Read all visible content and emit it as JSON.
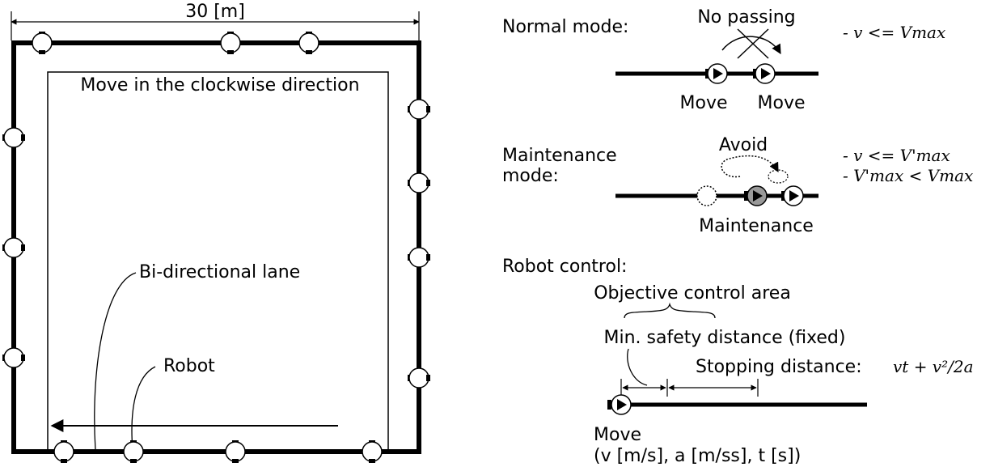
{
  "left": {
    "dimension_label": "30 [m]",
    "direction_label": "Move in the clockwise direction",
    "lane_label": "Bi-directional lane",
    "robot_label": "Robot"
  },
  "normal": {
    "title": "Normal mode:",
    "no_passing": "No passing",
    "move_a": "Move",
    "move_b": "Move",
    "condition": "- v <= Vmax"
  },
  "maintenance": {
    "title_line1": "Maintenance",
    "title_line2": "mode:",
    "avoid": "Avoid",
    "maintenance_label": "Maintenance",
    "condition1": "- v <= V'max",
    "condition2": "- V'max < Vmax"
  },
  "control": {
    "title": "Robot control:",
    "objective_area": "Objective control area",
    "min_safety": "Min. safety distance (fixed)",
    "stopping": "Stopping distance:",
    "stopping_formula": "vt + v²/2a",
    "move": "Move",
    "units": "(v [m/s], a [m/ss], t [s])"
  },
  "icons": [
    "robot-icon",
    "robot-moving-icon",
    "robot-maintenance-icon",
    "ghost-robot-icon",
    "arrow-icon"
  ]
}
